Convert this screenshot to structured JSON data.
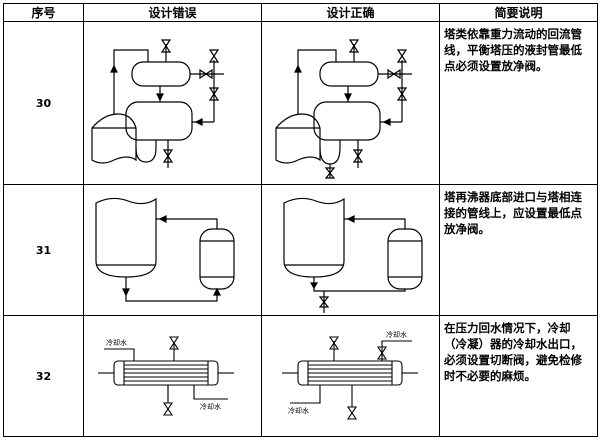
{
  "headers": {
    "index": "序号",
    "wrong": "设计错误",
    "correct": "设计正确",
    "note": "简要说明"
  },
  "rows": [
    {
      "index": "30",
      "note": "塔类依靠重力流动的回流管线，平衡塔压的液封管最低点必须设置放净阀。"
    },
    {
      "index": "31",
      "note": "塔再沸器底部进口与塔相连接的管线上，应设置最低点放净阀。"
    },
    {
      "index": "32",
      "note": "在压力回水情况下，冷却（冷凝）器的冷却水出口，必须设置切断阀，避免检修时不必要的麻烦。",
      "labels": {
        "wrong_in": "冷却水",
        "wrong_out": "冷却水",
        "correct_in": "冷却水",
        "correct_out": "冷却水"
      }
    }
  ]
}
